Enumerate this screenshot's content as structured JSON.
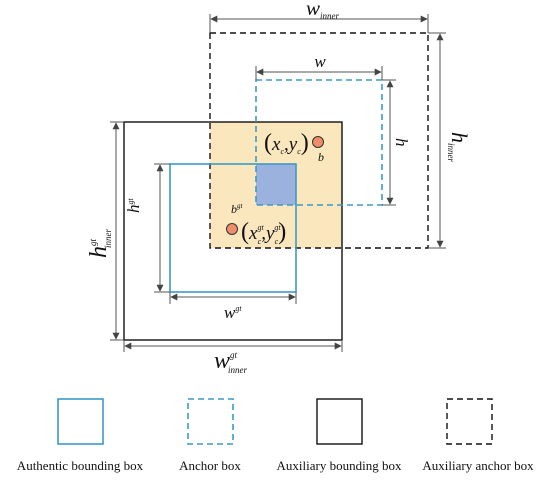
{
  "colors": {
    "overlap_fill": "#fbe7bd",
    "core_overlap_fill": "#9bb2de",
    "blue_box": "#3c9ac6",
    "black_box": "#111111",
    "point_fill": "#ef8c6c"
  },
  "labels": {
    "w_inner_main": "w",
    "w_inner_sub": "inner",
    "h_inner_main": "h",
    "h_inner_sub": "inner",
    "w_main": "w",
    "h_main": "h",
    "b": "b",
    "center_x": "x",
    "center_x_sub": "c",
    "center_y": "y",
    "center_y_sub": "c",
    "paren_open": "(",
    "comma": ",",
    "paren_close": ")",
    "bgt_main": "b",
    "gt": "gt",
    "hgt_main": "h",
    "wgt_main": "w",
    "hgt_inner_main": "h",
    "hgt_inner_sup": "gt",
    "hgt_inner_sub": "inner",
    "wgt_inner_main": "w",
    "wgt_inner_sup": "gt",
    "wgt_inner_sub": "inner"
  },
  "legend": [
    {
      "label": "Authentic bounding box"
    },
    {
      "label": "Anchor box"
    },
    {
      "label": "Auxiliary bounding box"
    },
    {
      "label": "Auxiliary anchor box"
    }
  ]
}
